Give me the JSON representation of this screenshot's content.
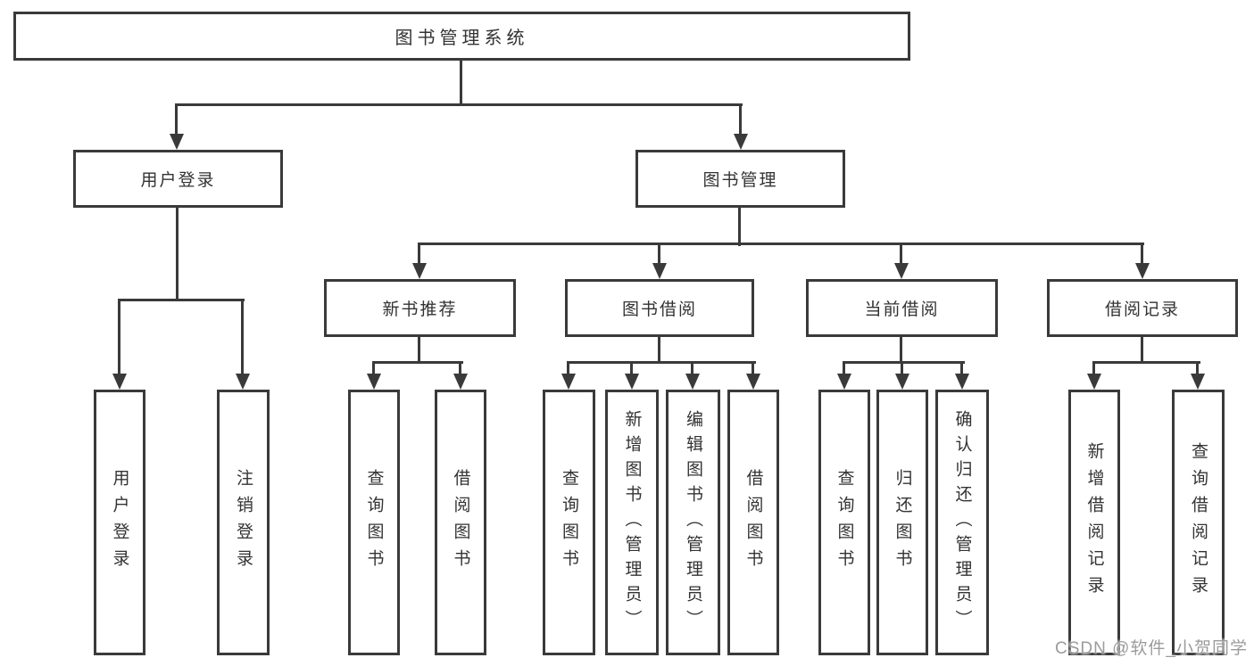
{
  "tree": {
    "root": {
      "label": "图书管理系统"
    },
    "user_login": {
      "label": "用户登录",
      "children": [
        "用户登录",
        "注销登录"
      ]
    },
    "book_mgmt": {
      "label": "图书管理"
    },
    "new_books": {
      "label": "新书推荐",
      "children": [
        "查询图书",
        "借阅图书"
      ]
    },
    "book_borrow": {
      "label": "图书借阅",
      "children": [
        "查询图书",
        "新增图书（管理员）",
        "编辑图书（管理员）",
        "借阅图书"
      ]
    },
    "current_borrow": {
      "label": "当前借阅",
      "children": [
        "查询图书",
        "归还图书",
        "确认归还（管理员）"
      ]
    },
    "borrow_records": {
      "label": "借阅记录",
      "children": [
        "新增借阅记录",
        "查询借阅记录"
      ]
    }
  },
  "watermark": "CSDN @软件_小贺同学",
  "colors": {
    "line": "#3a3a3a",
    "text": "#333333",
    "watermark": "#9b9b9b",
    "background": "#ffffff"
  }
}
